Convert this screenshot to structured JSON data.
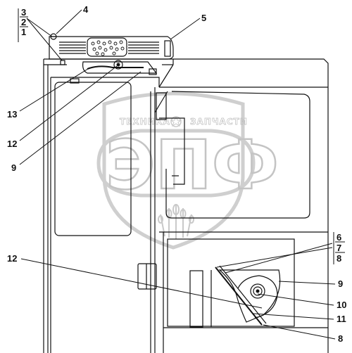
{
  "watermark": {
    "arc_left": "ТЕХНИКА",
    "arc_right": "ЗАПЧАСТИ",
    "big_text": "ЭПФ"
  },
  "callouts": {
    "c1": "1",
    "c2": "2",
    "c3": "3",
    "c4": "4",
    "c5": "5",
    "c13": "13",
    "c12a": "12",
    "c9a": "9",
    "c12b": "12",
    "c6": "6",
    "c7": "7",
    "c8a": "8",
    "c9b": "9",
    "c10": "10",
    "c11": "11",
    "c8b": "8"
  }
}
